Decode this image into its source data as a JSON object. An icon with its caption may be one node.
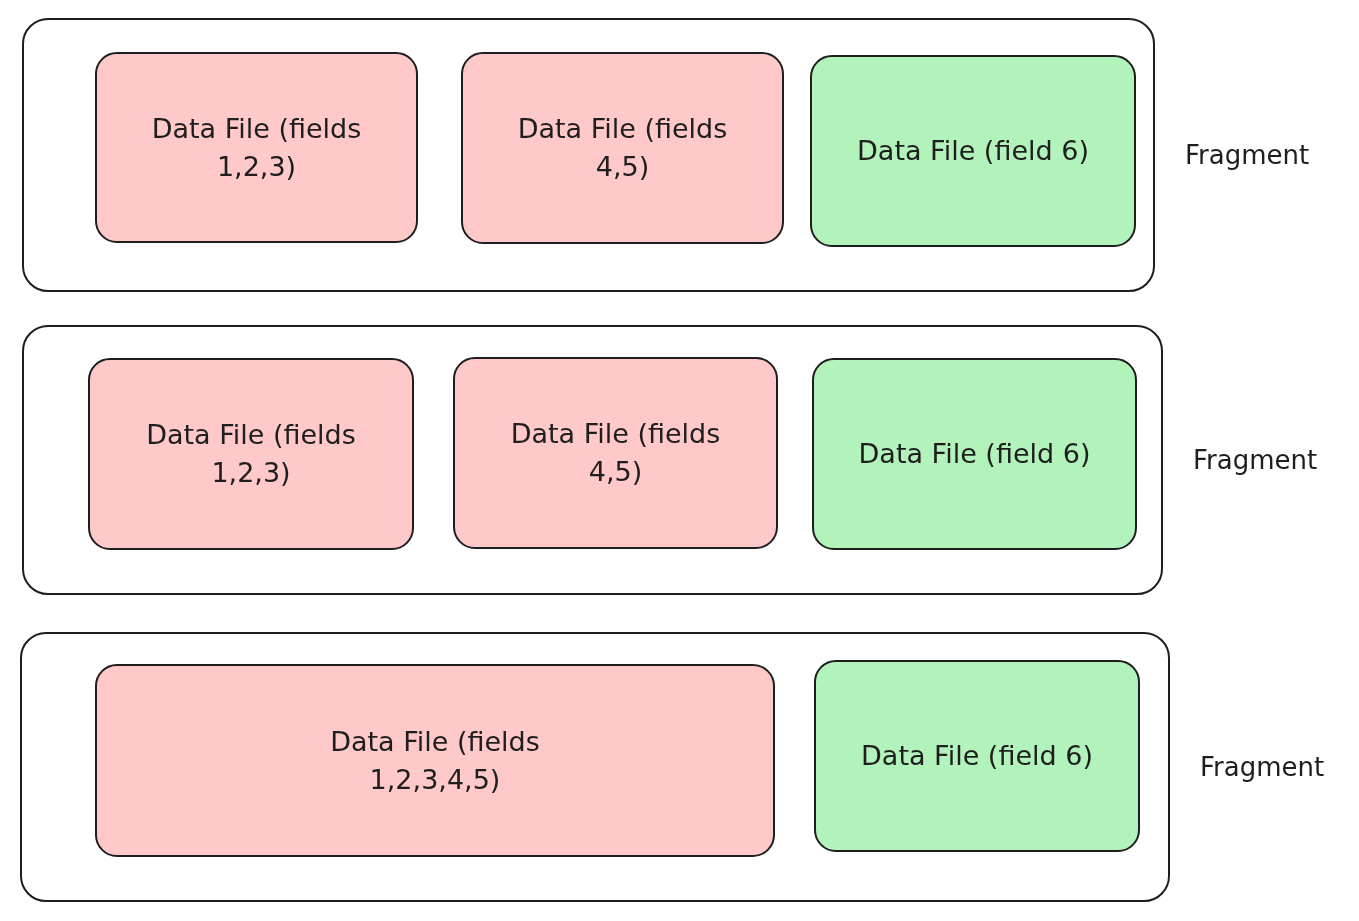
{
  "diagram": {
    "nodes": [
      {
        "text": [
          "Fragment"
        ]
      },
      {
        "text": [
          "Data File (fields 1,2,3)"
        ],
        "in": 0
      },
      {
        "text": [
          "Data File (fields 4,5)"
        ],
        "in": 0
      },
      {
        "text": [
          "Data File (field 6)"
        ],
        "in": 0
      },
      {
        "text": [
          "Fragment"
        ]
      },
      {
        "text": [
          "Data File (fields 1,2,3)"
        ],
        "in": 4
      },
      {
        "text": [
          "Data File (fields 4,5)"
        ],
        "in": 4
      },
      {
        "text": [
          "Data File (field 6)"
        ],
        "in": 4
      },
      {
        "text": [
          "Fragment"
        ]
      },
      {
        "text": [
          "Data File (fields 1,2,3,4,5)"
        ],
        "in": 8
      },
      {
        "text": [
          "Data File (field 6)"
        ],
        "in": 8
      }
    ]
  }
}
